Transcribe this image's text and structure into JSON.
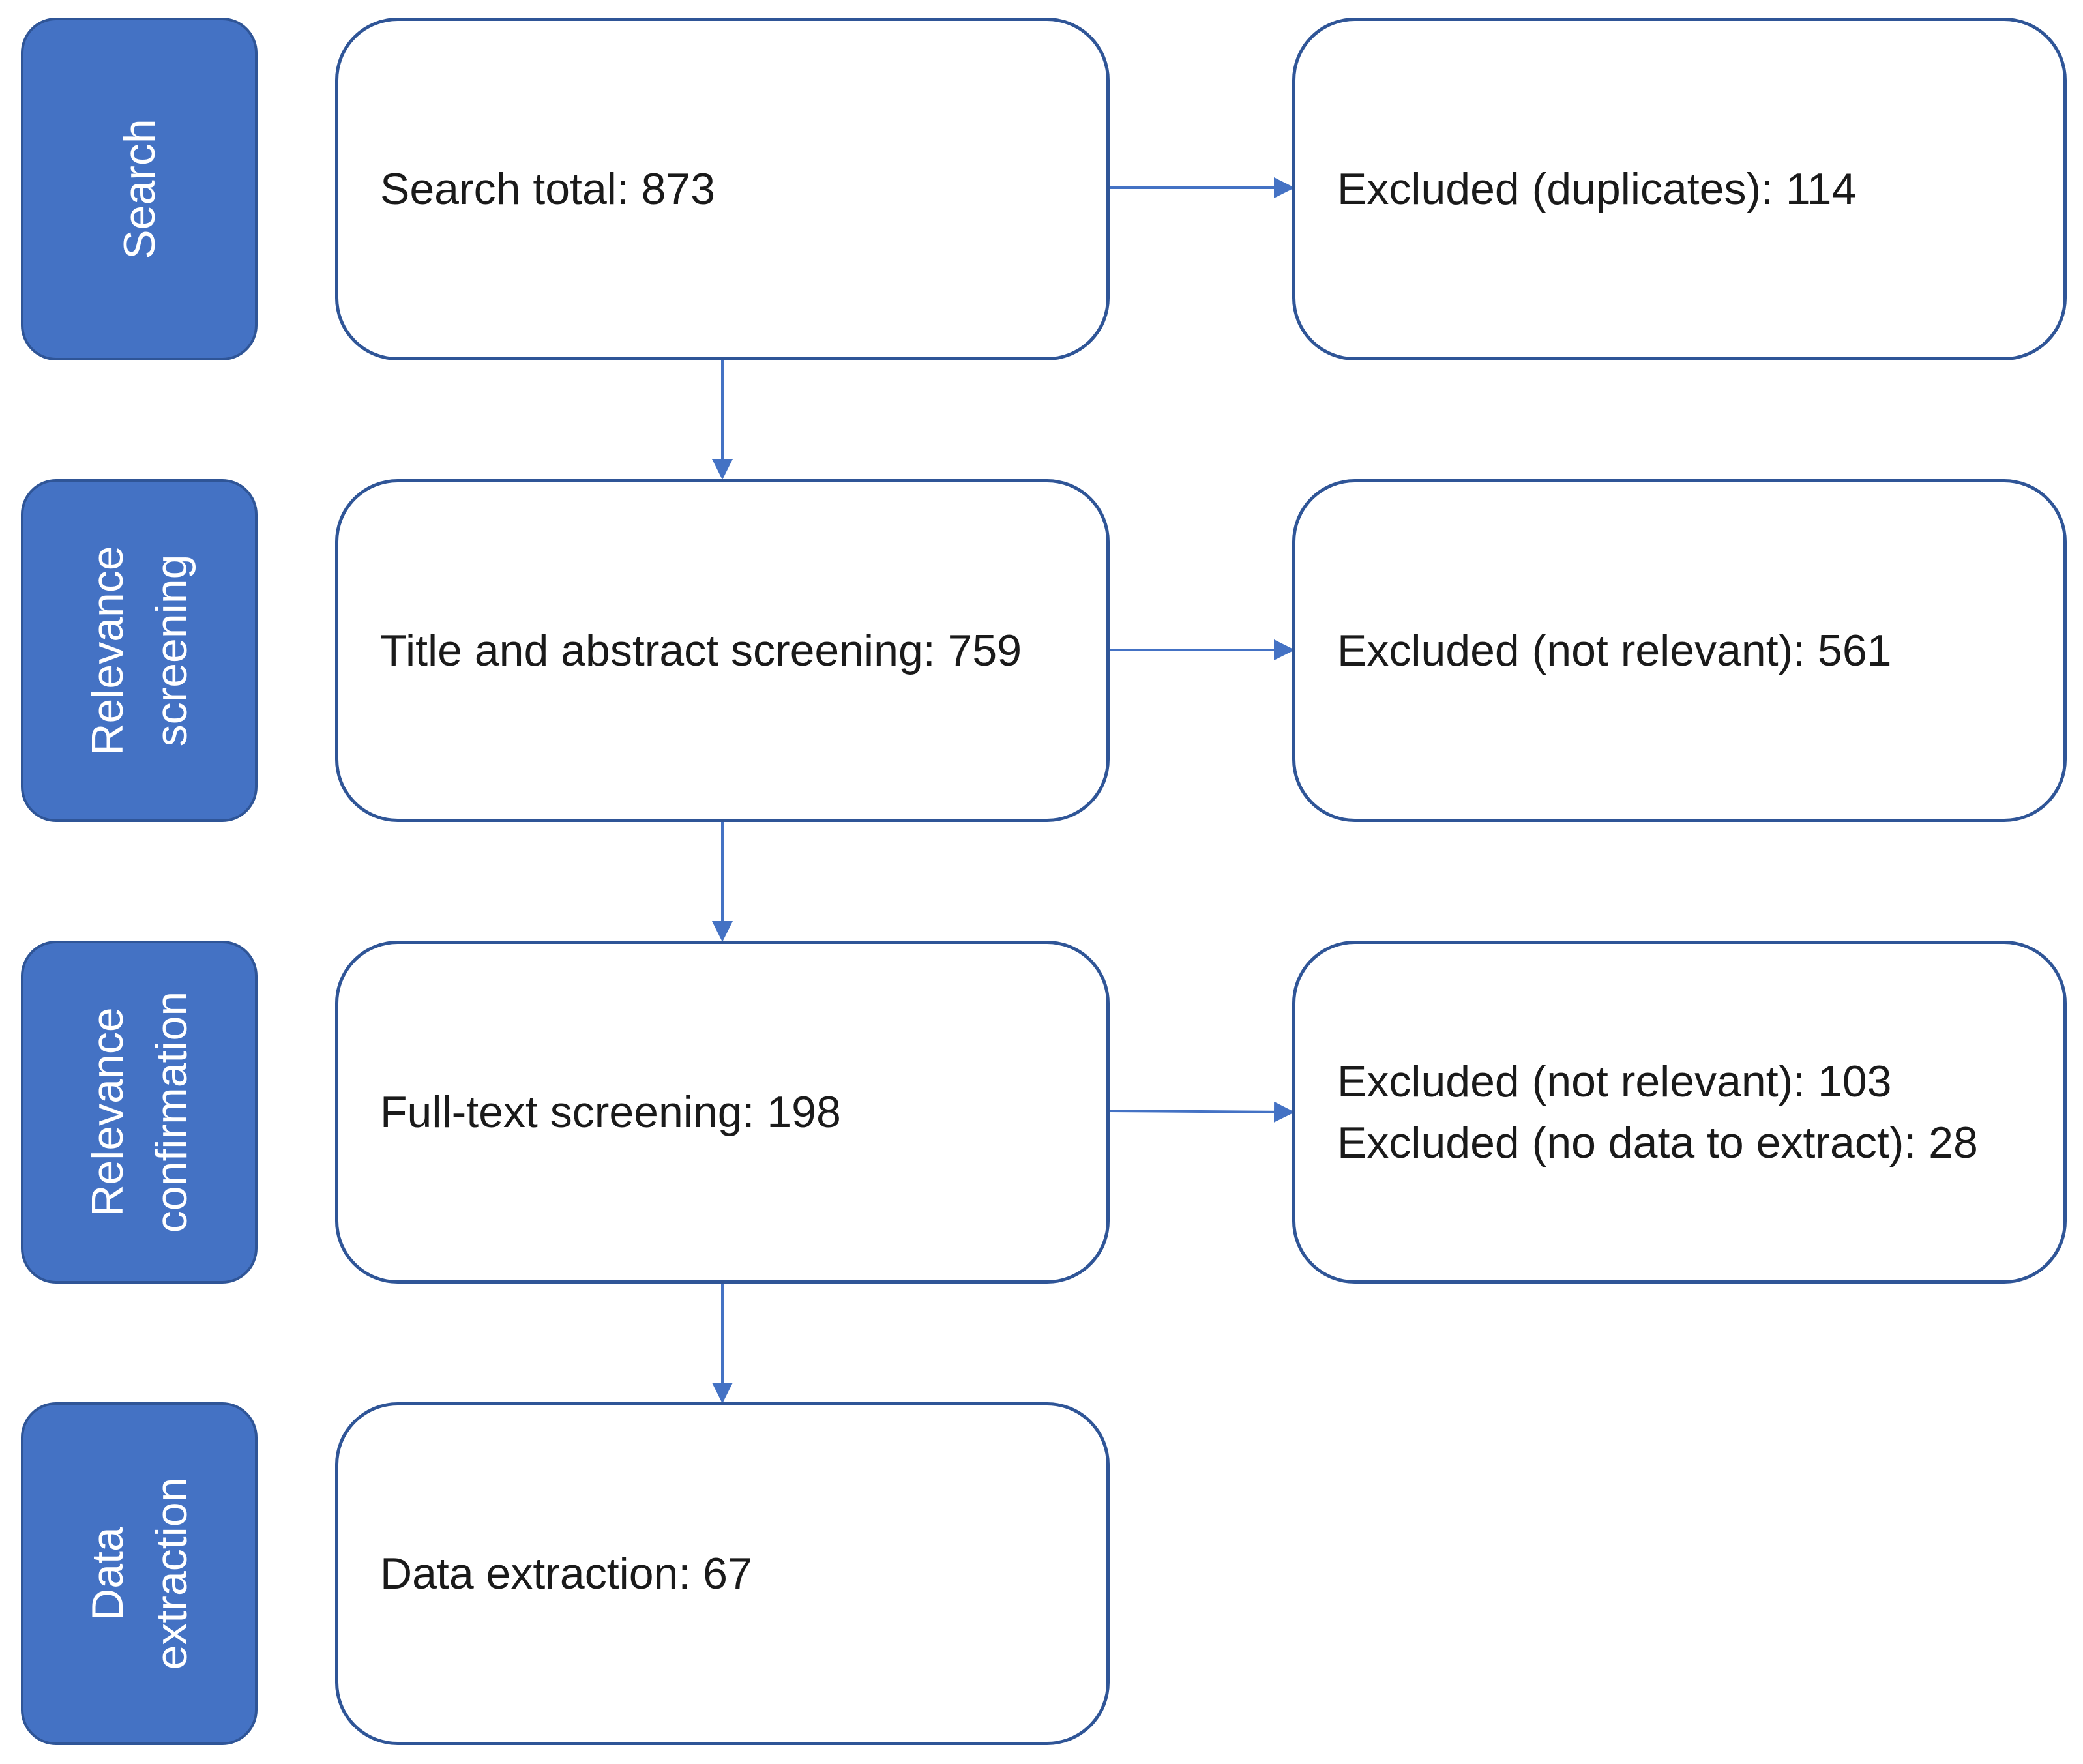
{
  "colors": {
    "stage_fill": "#4472c4",
    "stage_border": "#2f5597",
    "box_border": "#2f5597",
    "connector": "#4472c4",
    "text": "#1a1a1a",
    "label_text": "#ffffff"
  },
  "stages": [
    {
      "lines": [
        "Search"
      ]
    },
    {
      "lines": [
        "Relevance",
        "screening"
      ]
    },
    {
      "lines": [
        "Relevance",
        "confirmation"
      ]
    },
    {
      "lines": [
        "Data",
        "extraction"
      ]
    }
  ],
  "main_boxes": [
    {
      "text": "Search total: 873"
    },
    {
      "text": "Title and abstract screening: 759"
    },
    {
      "text": "Full-text screening: 198"
    },
    {
      "text": "Data extraction: 67"
    }
  ],
  "excluded_boxes": [
    {
      "lines": [
        "Excluded (duplicates): 114"
      ]
    },
    {
      "lines": [
        "Excluded (not relevant): 561"
      ]
    },
    {
      "lines": [
        "Excluded (not relevant): 103",
        "Excluded (no data to extract): 28"
      ]
    }
  ]
}
